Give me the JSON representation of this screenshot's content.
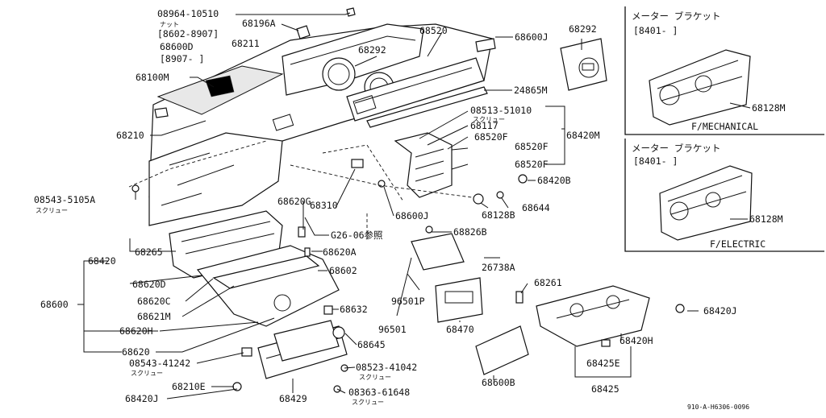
{
  "title": "",
  "callouts": [
    {
      "id": "c1",
      "text": "08964-10510"
    },
    {
      "id": "c2",
      "text": "ナット"
    },
    {
      "id": "c3",
      "text": "[8602-8907]"
    },
    {
      "id": "c4",
      "text": "68600D"
    },
    {
      "id": "c5",
      "text": "[8907-    ]"
    },
    {
      "id": "c6",
      "text": "68196A"
    },
    {
      "id": "c7",
      "text": "68211"
    },
    {
      "id": "c8",
      "text": "68520"
    },
    {
      "id": "c9",
      "text": "68600J"
    },
    {
      "id": "c10",
      "text": "68292"
    },
    {
      "id": "c11",
      "text": "68292"
    },
    {
      "id": "c12",
      "text": "68100M"
    },
    {
      "id": "c13",
      "text": "24865M"
    },
    {
      "id": "c14",
      "text": "08513-51010"
    },
    {
      "id": "c15",
      "text": "スクリュー"
    },
    {
      "id": "c16",
      "text": "68117"
    },
    {
      "id": "c17",
      "text": "68520F"
    },
    {
      "id": "c18",
      "text": "68520F"
    },
    {
      "id": "c19",
      "text": "68520F"
    },
    {
      "id": "c20",
      "text": "68420M"
    },
    {
      "id": "c21",
      "text": "68210"
    },
    {
      "id": "c22",
      "text": "68420B"
    },
    {
      "id": "c23",
      "text": "08543-5105A"
    },
    {
      "id": "c24",
      "text": "スクリュー"
    },
    {
      "id": "c25",
      "text": "68620G"
    },
    {
      "id": "c26",
      "text": "68310"
    },
    {
      "id": "c27",
      "text": "68600J"
    },
    {
      "id": "c28",
      "text": "68128B"
    },
    {
      "id": "c29",
      "text": "68644"
    },
    {
      "id": "c30",
      "text": "G26-06参照"
    },
    {
      "id": "c31",
      "text": "68826B"
    },
    {
      "id": "c32",
      "text": "68265"
    },
    {
      "id": "c33",
      "text": "68620A"
    },
    {
      "id": "c34",
      "text": "68420"
    },
    {
      "id": "c35",
      "text": "26738A"
    },
    {
      "id": "c36",
      "text": "68602"
    },
    {
      "id": "c37",
      "text": "68620D"
    },
    {
      "id": "c38",
      "text": "68261"
    },
    {
      "id": "c39",
      "text": "68600"
    },
    {
      "id": "c40",
      "text": "68620C"
    },
    {
      "id": "c41",
      "text": "96501P"
    },
    {
      "id": "c42",
      "text": "68632"
    },
    {
      "id": "c43",
      "text": "68621M"
    },
    {
      "id": "c44",
      "text": "96501"
    },
    {
      "id": "c45",
      "text": "68470"
    },
    {
      "id": "c46",
      "text": "68620H"
    },
    {
      "id": "c47",
      "text": "68420J"
    },
    {
      "id": "c48",
      "text": "68645"
    },
    {
      "id": "c49",
      "text": "68620"
    },
    {
      "id": "c50",
      "text": "68420H"
    },
    {
      "id": "c51",
      "text": "08543-41242"
    },
    {
      "id": "c52",
      "text": "スクリュー"
    },
    {
      "id": "c53",
      "text": "08523-41042"
    },
    {
      "id": "c54",
      "text": "スクリュー"
    },
    {
      "id": "c55",
      "text": "68425E"
    },
    {
      "id": "c56",
      "text": "68600B"
    },
    {
      "id": "c57",
      "text": "68210E"
    },
    {
      "id": "c58",
      "text": "08363-61648"
    },
    {
      "id": "c59",
      "text": "スクリュー"
    },
    {
      "id": "c60",
      "text": "68420J"
    },
    {
      "id": "c61",
      "text": "68429"
    },
    {
      "id": "c62",
      "text": "68425"
    }
  ],
  "inset_mechanical": {
    "heading": "メーター ブラケット",
    "range": "[8401-    ]",
    "part": "68128M",
    "caption": "F/MECHANICAL"
  },
  "inset_electric": {
    "heading": "メーター ブラケット",
    "range": "[8401-    ]",
    "part": "68128M",
    "caption": "F/ELECTRIC"
  },
  "footer_code": "910-A-H6306-0096"
}
